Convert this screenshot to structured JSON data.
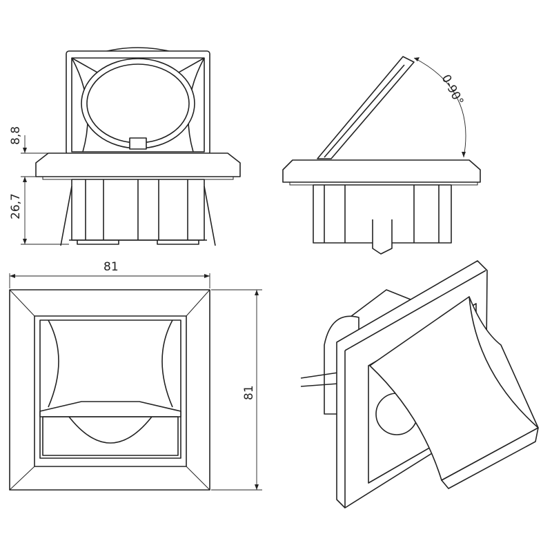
{
  "dimensions": {
    "top_height": "8,8",
    "depth": "26,7",
    "width": "81",
    "height": "81",
    "angle": "0-90°"
  }
}
